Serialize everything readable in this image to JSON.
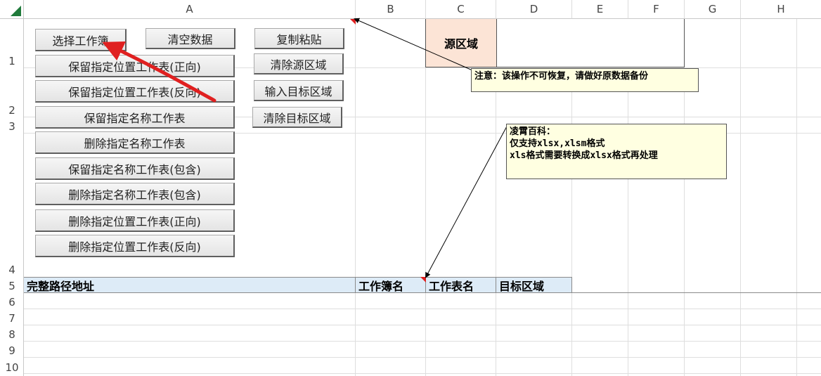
{
  "columns": [
    "A",
    "B",
    "C",
    "D",
    "E",
    "F",
    "G",
    "H"
  ],
  "rows": [
    "1",
    "2",
    "3",
    "4",
    "5",
    "6",
    "7",
    "8",
    "9",
    "10"
  ],
  "buttons": {
    "select_workbook": "选择工作簿",
    "clear_data": "清空数据",
    "keep_pos_forward": "保留指定位置工作表(正向)",
    "keep_pos_reverse": "保留指定位置工作表(反向)",
    "keep_name": "保留指定名称工作表",
    "delete_name": "删除指定名称工作表",
    "keep_name_contains": "保留指定名称工作表(包含)",
    "delete_name_contains": "删除指定名称工作表(包含)",
    "delete_pos_forward": "删除指定位置工作表(正向)",
    "delete_pos_reverse": "删除指定位置工作表(反向)",
    "copy_paste": "复制粘贴",
    "clear_source": "清除源区域",
    "input_target": "输入目标区域",
    "clear_target": "清除目标区域"
  },
  "source_area_label": "源区域",
  "notes": {
    "warning": "注意：该操作不可恢复，请做好原数据备份",
    "info_line1": "凌霄百科：",
    "info_line2": "仅支持xlsx,xlsm格式",
    "info_line3": "xls格式需要转换成xlsx格式再处理"
  },
  "table_headers": {
    "full_path": "完整路径地址",
    "workbook_name": "工作簿名",
    "sheet_name": "工作表名",
    "target_area": "目标区域"
  },
  "colors": {
    "source_fill": "#fce4d6",
    "header_fill": "#ddebf7",
    "note_fill": "#ffffe1",
    "arrow_red": "#e02020"
  }
}
